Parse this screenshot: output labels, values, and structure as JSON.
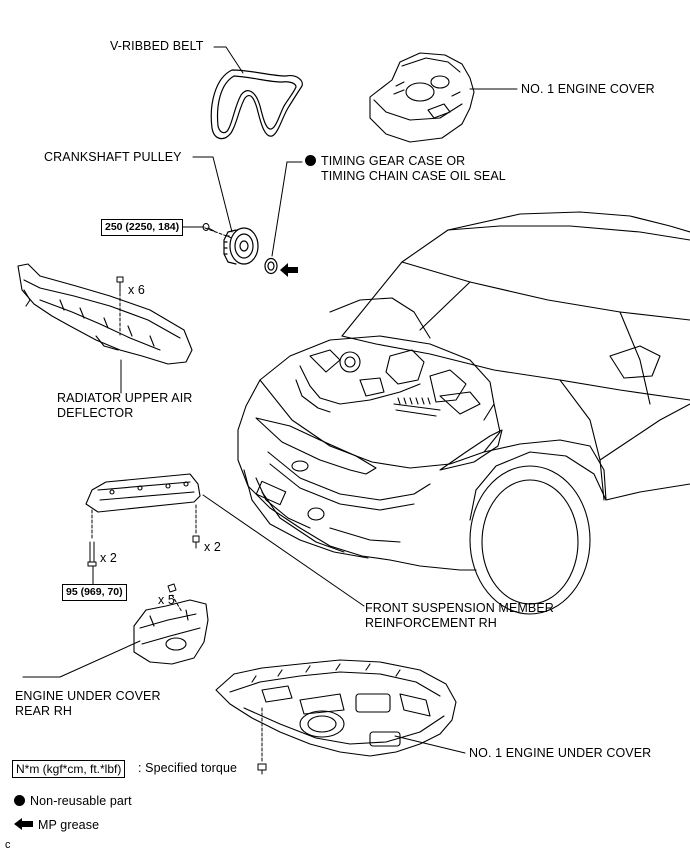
{
  "labels": {
    "v_ribbed_belt": "V-RIBBED BELT",
    "engine_cover": "NO. 1 ENGINE COVER",
    "crankshaft_pulley": "CRANKSHAFT PULLEY",
    "oil_seal_line1": "TIMING GEAR CASE OR",
    "oil_seal_line2": "TIMING CHAIN CASE OIL SEAL",
    "radiator_line1": "RADIATOR UPPER AIR",
    "radiator_line2": "DEFLECTOR",
    "front_susp_line1": "FRONT SUSPENSION MEMBER",
    "front_susp_line2": "REINFORCEMENT RH",
    "under_rear_line1": "ENGINE UNDER COVER",
    "under_rear_line2": "REAR RH",
    "under_cover_no1": "NO. 1 ENGINE UNDER COVER"
  },
  "quantities": {
    "radiator_bolts": "x 6",
    "susp_bolts_left": "x 2",
    "susp_bolts_right": "x 2",
    "under_rear_clips": "x 5"
  },
  "torques": {
    "crankshaft_pulley": "250 (2250, 184)",
    "susp_member": "95 (969, 70)"
  },
  "legend": {
    "torque_box": "N*m (kgf*cm, ft.*lbf)",
    "torque_desc": ": Specified torque",
    "non_reusable": "Non-reusable part",
    "mp_grease": "MP grease"
  },
  "corner_code": "c"
}
